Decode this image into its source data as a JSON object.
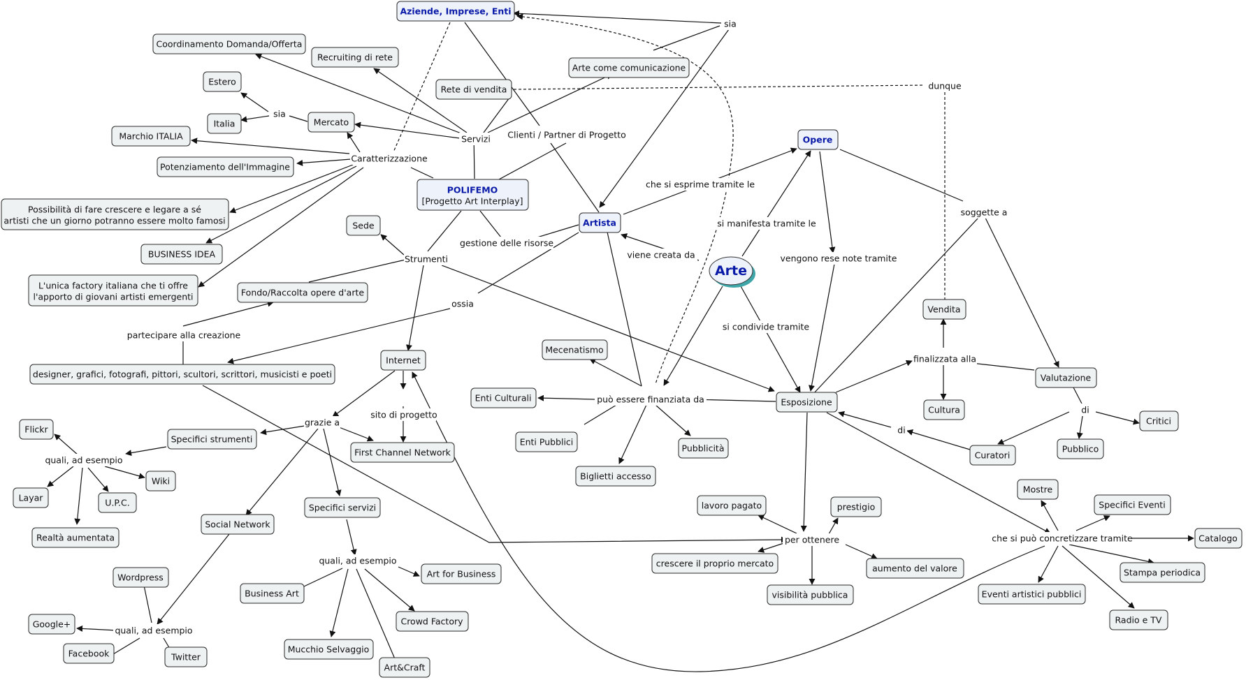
{
  "concepts": {
    "aziende": "Aziende, Imprese, Enti",
    "coordinamento": "Coordinamento Domanda/Offerta",
    "recruiting": "Recruiting di rete",
    "arte_com": "Arte come comunicazione",
    "rete_vendita": "Rete di vendita",
    "estero": "Estero",
    "italia": "Italia",
    "mercato": "Mercato",
    "marchio": "Marchio ITALIA",
    "potenziamento": "Potenziamento dell'Immagine",
    "possibilita": [
      "Possibilità di fare crescere e legare a sé",
      "artisti che un giorno potranno essere molto famosi"
    ],
    "business_idea": "BUSINESS IDEA",
    "unica": [
      "L'unica factory italiana che ti offre",
      "l'apporto di giovani artisti emergenti"
    ],
    "polifemo": "POLIFEMO",
    "polifemo_sub": "[Progetto Art Interplay]",
    "sede": "Sede",
    "fondo": "Fondo/Raccolta opere d'arte",
    "designer": "designer, grafici, fotografi, pittori, scultori, scrittori, musicisti e poeti",
    "internet": "Internet",
    "first_channel": "First Channel Network",
    "flickr": "Flickr",
    "specifici_strumenti": "Specifici strumenti",
    "wiki": "Wiki",
    "layar": "Layar",
    "upc": "U.P.C.",
    "realta": "Realtà aumentata",
    "social": "Social Network",
    "specifici_servizi": "Specifici servizi",
    "wordpress": "Wordpress",
    "google": "Google+",
    "facebook": "Facebook",
    "twitter": "Twitter",
    "business_art": "Business Art",
    "art_business": "Art for Business",
    "crowd": "Crowd Factory",
    "mucchio": "Mucchio Selvaggio",
    "artcraft": "Art&Craft",
    "artista": "Artista",
    "opere": "Opere",
    "arte": "Arte",
    "mecenatismo": "Mecenatismo",
    "enti_culturali": "Enti Culturali",
    "enti_pubblici": "Enti Pubblici",
    "pubblicita": "Pubblicità",
    "biglietti": "Biglietti accesso",
    "esposizione": "Esposizione",
    "vendita": "Vendita",
    "cultura": "Cultura",
    "valutazione": "Valutazione",
    "critici": "Critici",
    "pubblico": "Pubblico",
    "curatori": "Curatori",
    "lavoro": "lavoro pagato",
    "prestigio": "prestigio",
    "crescere": "crescere il proprio mercato",
    "aumento": "aumento del valore",
    "visibilita": "visibilità pubblica",
    "mostre": "Mostre",
    "specifici_eventi": "Specifici Eventi",
    "catalogo": "Catalogo",
    "stampa": "Stampa periodica",
    "eventi_pubblici": "Eventi artistici pubblici",
    "radio": "Radio e TV"
  },
  "links": {
    "sia_top": "sia",
    "dunque": "dunque",
    "sia_mid": "sia",
    "servizi": "Servizi",
    "clienti": "Clienti / Partner di Progetto",
    "caratterizzazione": "Caratterizzazione",
    "che_si_esprime": "che si esprime tramite le",
    "soggette": "soggette a",
    "si_manifesta": "si manifesta tramite le",
    "gestione": "gestione delle risorse",
    "strumenti": "Strumenti",
    "viene_creata": "viene creata da",
    "vengono_rese": "vengono rese note tramite",
    "ossia": "ossia",
    "partecipare": "partecipare alla creazione",
    "si_condivide": "si condivide tramite",
    "finalizzata": "finalizzata alla",
    "puo_finanziata": "può essere finanziata  da",
    "sito": "sito di progetto",
    "grazie": "grazie a",
    "di_valutazione": "di",
    "di_curatori": "di",
    "quali_strumenti": "quali, ad esempio",
    "per_ottenere": "per ottenere",
    "che_si_puo": "che si può concretizzare tramite",
    "quali_servizi": "quali, ad esempio",
    "quali_social": "quali, ad esempio"
  },
  "colors": {
    "node_fill": "#eef2f2",
    "highlight_text": "#0a1aa8",
    "center_shadow": "#3ea6a8",
    "line": "#111111"
  }
}
